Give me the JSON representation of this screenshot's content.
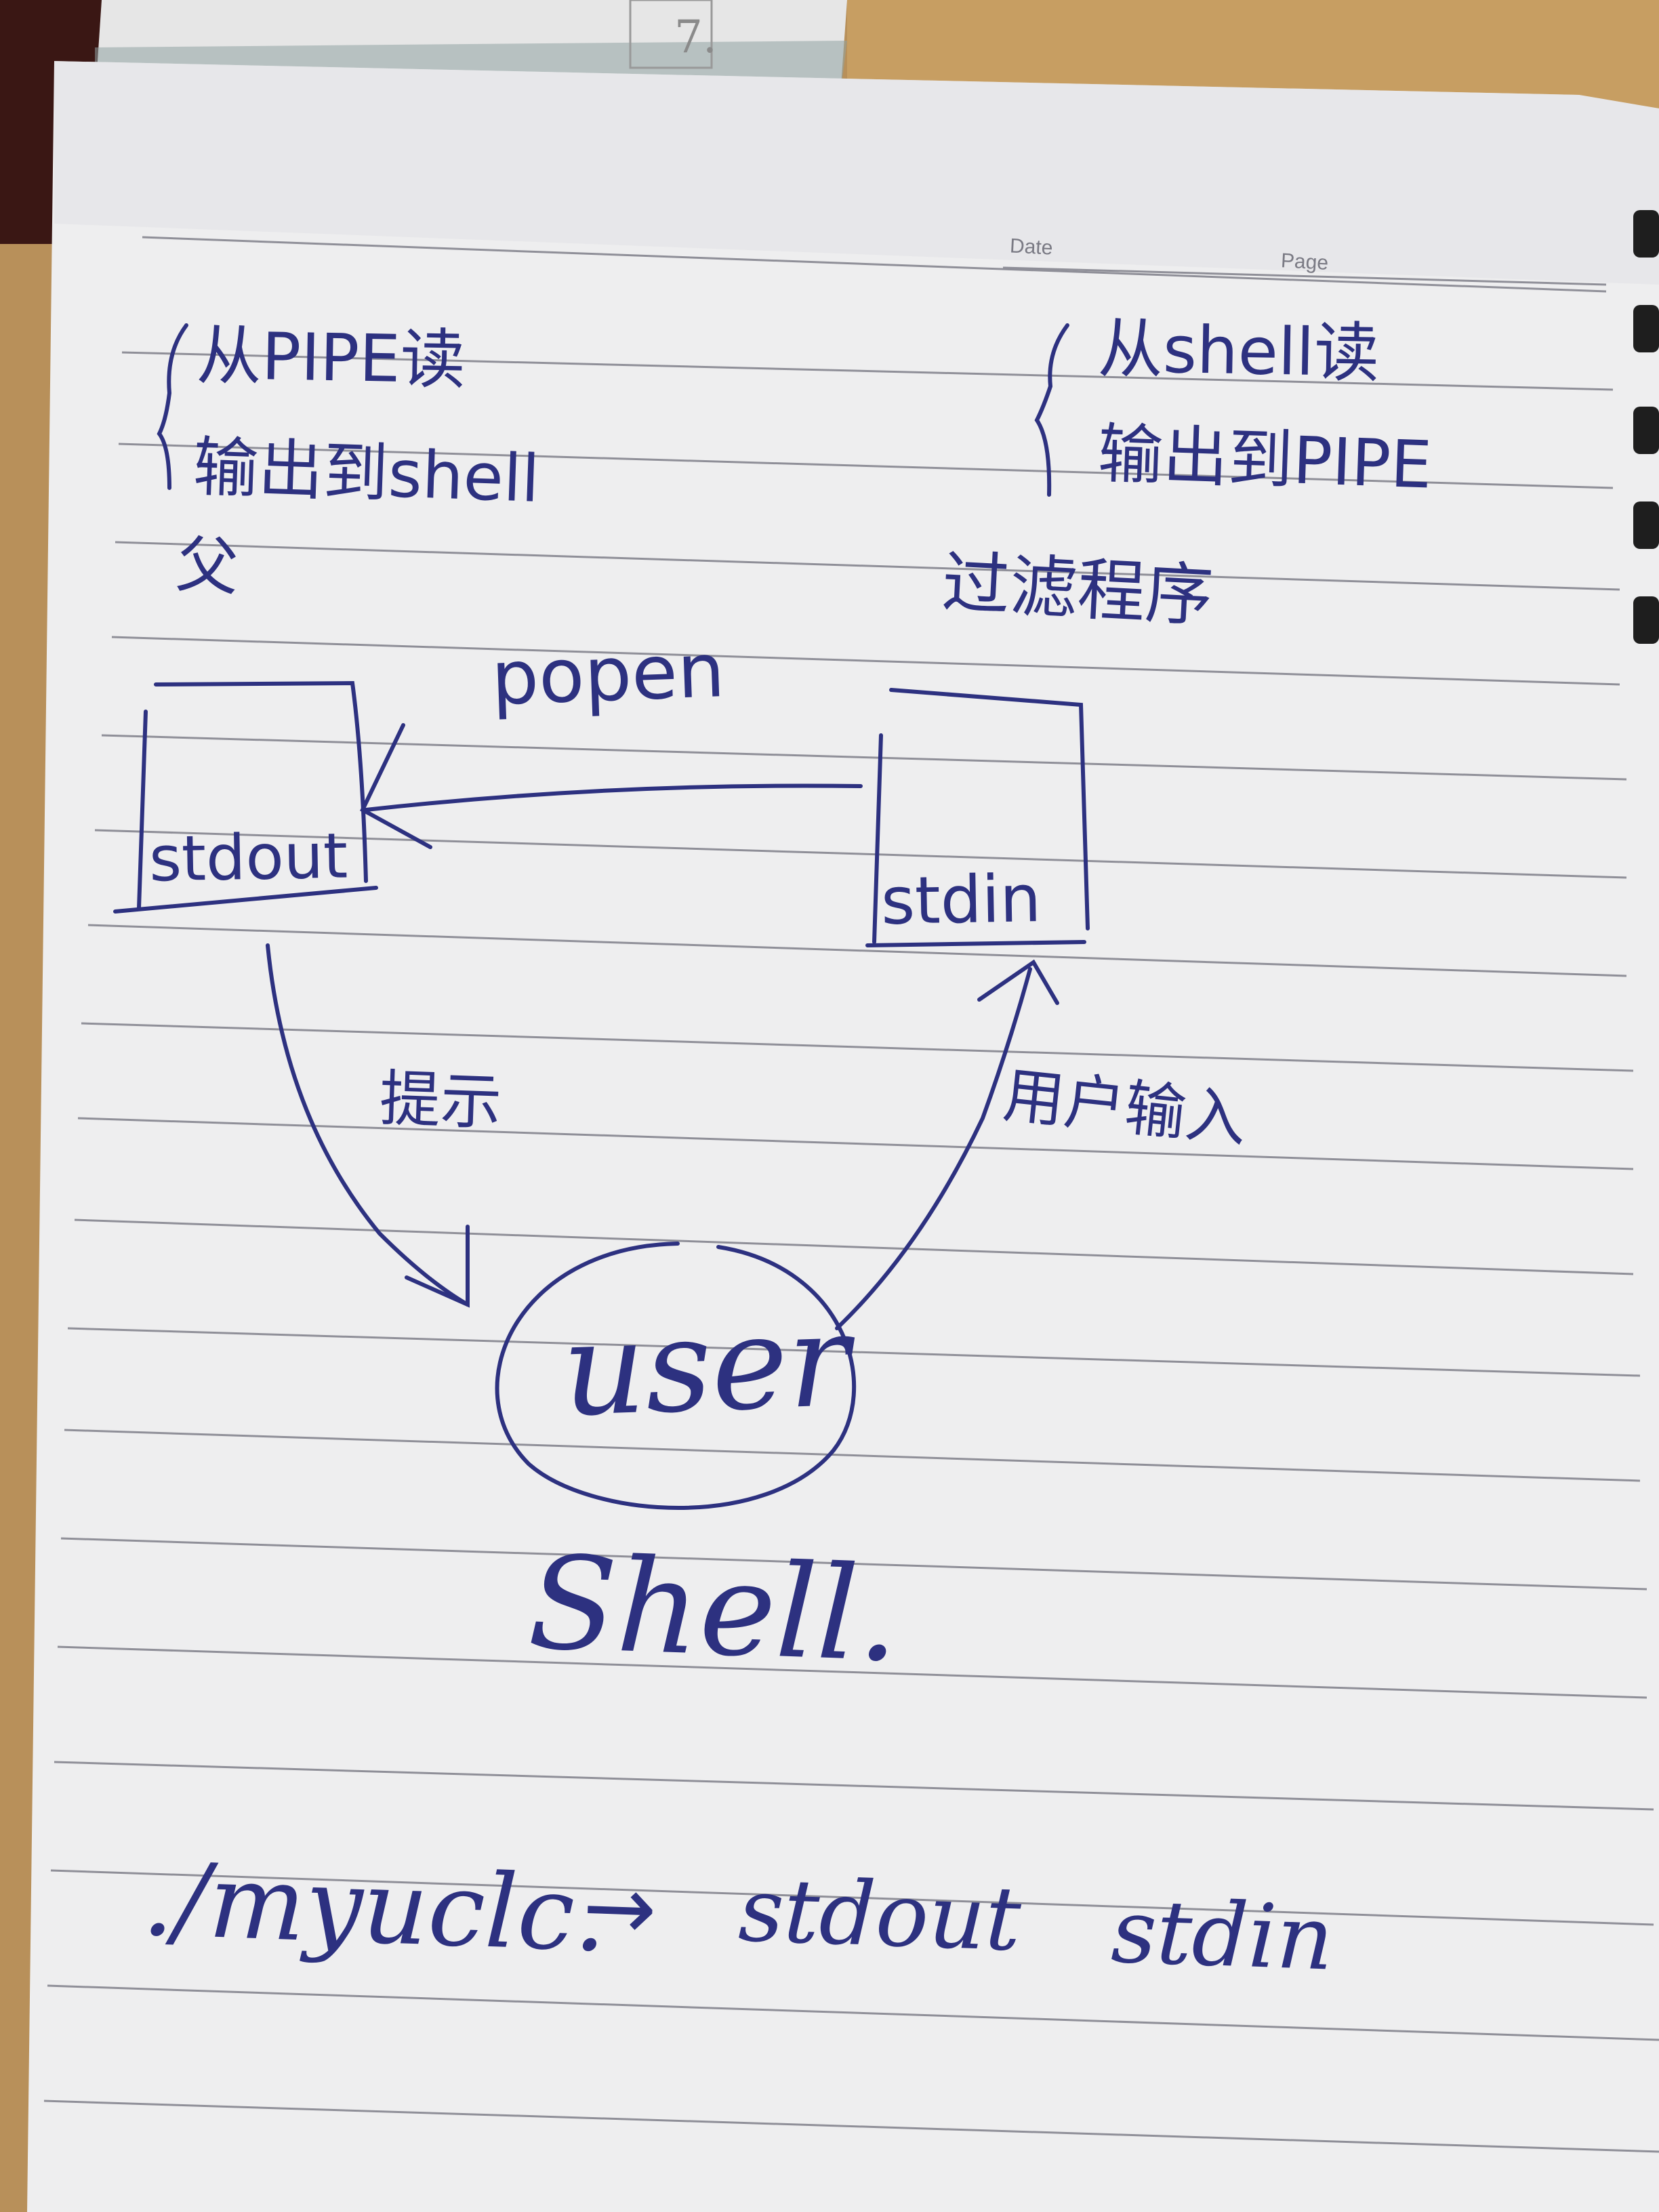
{
  "photo": {
    "description_tag": "notebook-page-photo",
    "colors": {
      "table": "#b8905a",
      "page": "#eeeeef",
      "ruled_line": "#8f8f98",
      "ink": "#2d3180",
      "printed_text": "#7a7a84"
    }
  },
  "printed_header": {
    "date_label": "Date",
    "page_label": "Page"
  },
  "background_sheet": {
    "corner_mark": "7."
  },
  "notes": {
    "left_block": {
      "line1": "从PIPE读",
      "line2": "输出到shell",
      "line3": "父"
    },
    "right_block": {
      "line1": "从shell读",
      "line2": "输出到PIPE",
      "line3": "过滤程序"
    },
    "popen_label": "popen",
    "stdout_box_label": "stdout",
    "stdin_box_label": "stdin",
    "prompt_label": "提示",
    "user_input_label": "用户输入",
    "user_label": "user",
    "shell_label": "Shell."
  },
  "command_line": {
    "program": "./myuclc.",
    "arrow": "→",
    "out": "stdout",
    "in": "stdin"
  }
}
